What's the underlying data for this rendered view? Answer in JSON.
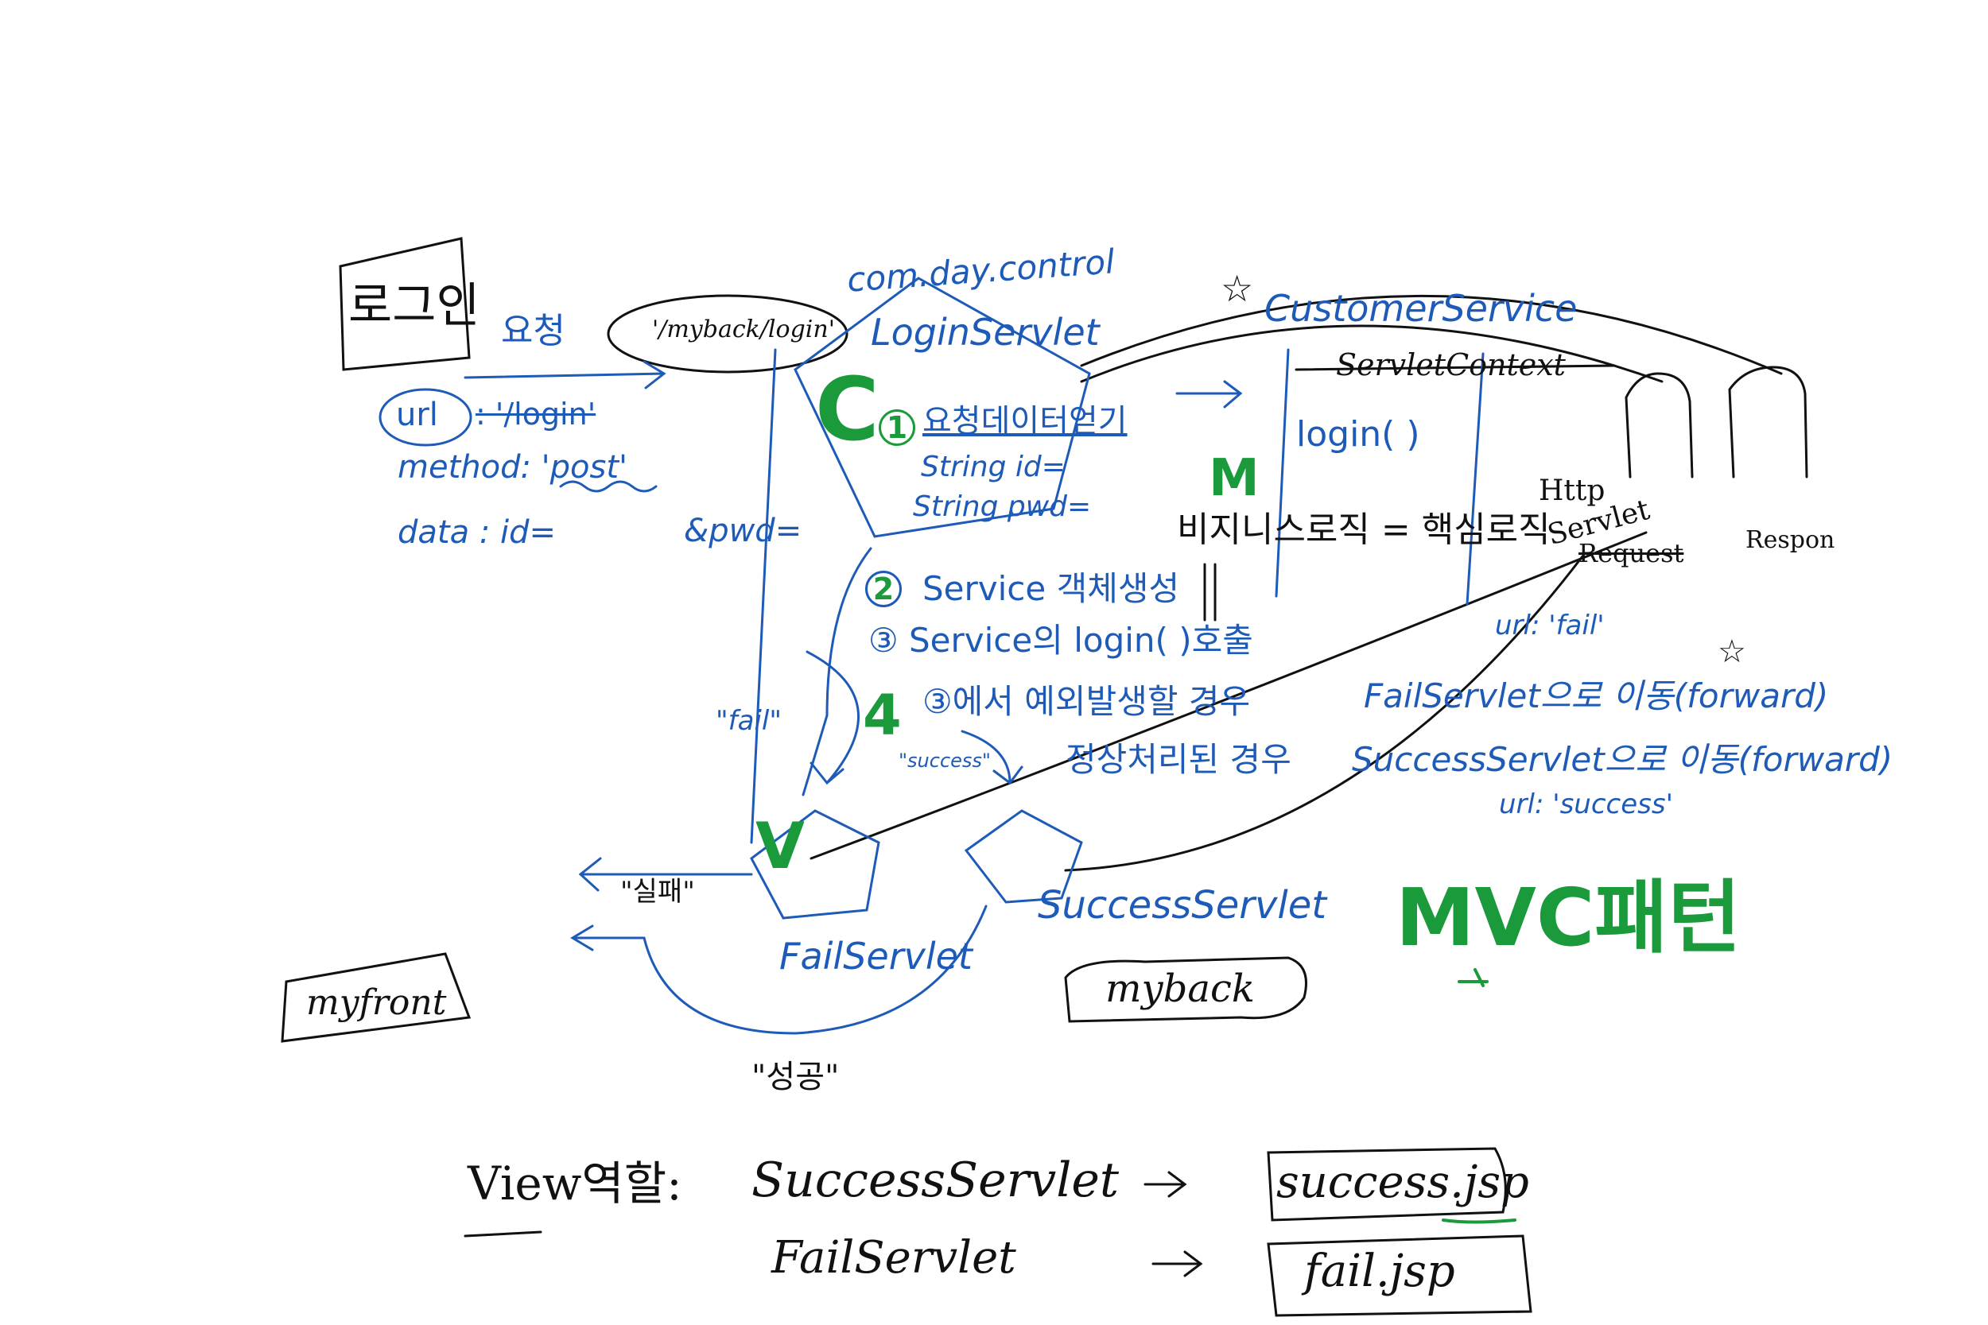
{
  "colors": {
    "blue": "#1e5bb8",
    "black": "#111111",
    "green": "#1a9a3a"
  },
  "top_left": {
    "login_box": "로그인",
    "request_label": "요청",
    "url_bubble": "'/myback/login'"
  },
  "request": {
    "url_key": "url",
    "url_value": ": '/login'",
    "method_line": "method: 'post'",
    "data_line": "data : id=",
    "pwd_part": "&pwd="
  },
  "controller": {
    "package": "com.day.control",
    "class_name": "LoginServlet",
    "letter": "C",
    "step1_num": "1",
    "step1": "요청데이터얻기",
    "string_id": "String id=",
    "string_pwd": "String pwd=",
    "step2_num": "2",
    "step2": "Service 객체생성",
    "step3": "③ Service의 login(  )호출",
    "step4_num": "4",
    "step4a": "③에서 예외발생할 경우",
    "step4b": "정상처리된 경우",
    "fail_forward": "FailServlet으로 이동(forward)",
    "success_forward": "SuccessServlet으로 이동(forward)",
    "url_fail": "url: 'fail'",
    "url_success": "url: 'success'",
    "fail_quote": "\"fail\"",
    "success_quote": "\"success\""
  },
  "model": {
    "star": "☆",
    "class_name": "CustomerService",
    "struck_text": "ServletContext",
    "method": "login(      )",
    "letter": "M",
    "business": "비지니스로직 = 핵심로직"
  },
  "http": {
    "http_label": "Http",
    "servlet_label": "Servlet",
    "request_label": "Request",
    "response_label": "Respon",
    "star2": "☆"
  },
  "view": {
    "letter": "V",
    "fail_result": "\"실패\"",
    "success_result": "\"성공\"",
    "fail_servlet": "FailServlet",
    "success_servlet": "SuccessServlet",
    "myfront": "myfront",
    "myback": "myback"
  },
  "title": "MVC패턴",
  "bottom": {
    "view_role": "View역할:",
    "success_servlet": "SuccessServlet",
    "fail_servlet": "FailServlet",
    "arrow": "→",
    "success_jsp": "success.jsp",
    "fail_jsp": "fail.jsp"
  }
}
